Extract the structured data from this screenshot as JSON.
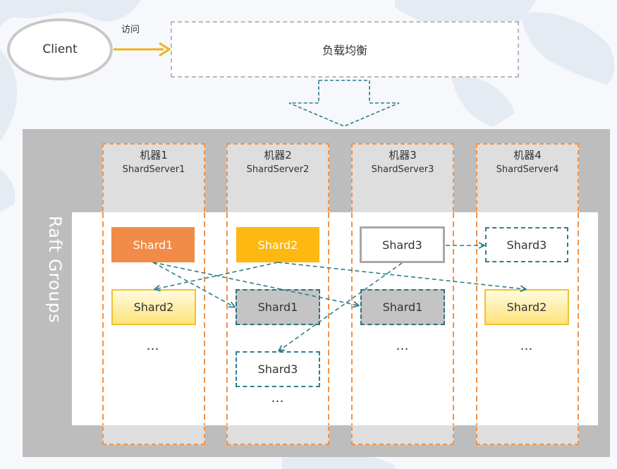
{
  "client": {
    "label": "Client"
  },
  "access_label": "访问",
  "load_balancer": {
    "label": "负载均衡"
  },
  "raft_groups_label": "Raft Groups",
  "machines": [
    {
      "name": "机器1",
      "server": "ShardServer1"
    },
    {
      "name": "机器2",
      "server": "ShardServer2"
    },
    {
      "name": "机器3",
      "server": "ShardServer3"
    },
    {
      "name": "机器4",
      "server": "ShardServer4"
    }
  ],
  "shards": {
    "m1_leader": "Shard1",
    "m1_follower": "Shard2",
    "m2_leader": "Shard2",
    "m2_follower_1": "Shard1",
    "m2_follower_3": "Shard3",
    "m3_leader": "Shard3",
    "m3_follower": "Shard1",
    "m4_new": "Shard3",
    "m4_follower": "Shard2"
  },
  "ellipsis": "…",
  "colors": {
    "orange": "#f08c48",
    "amber": "#fdb811",
    "teal": "#2e7f8a",
    "cluster_gray": "#bdbdbd"
  }
}
